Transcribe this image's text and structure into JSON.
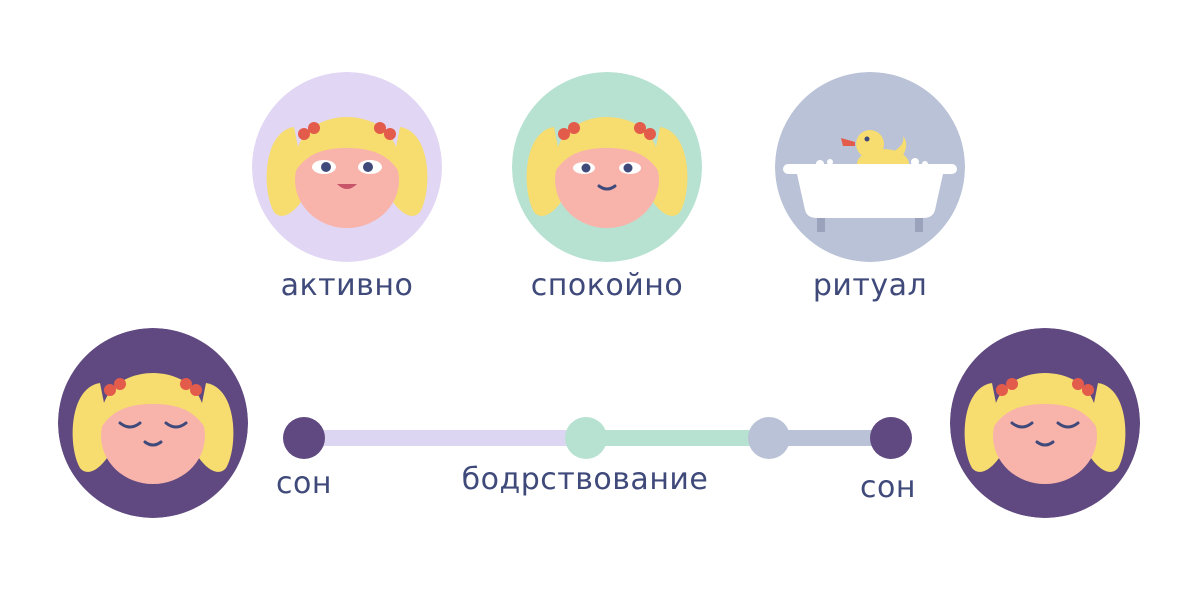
{
  "states": [
    {
      "label": "активно",
      "color": "#e1d7f4"
    },
    {
      "label": "спокойно",
      "color": "#b7e2d1"
    },
    {
      "label": "ритуал",
      "color": "#b9c2d6"
    }
  ],
  "sleep_color": "#5f4980",
  "timeline": {
    "start_label": "сон",
    "middle_label": "бодрствование",
    "end_label": "сон",
    "colors": {
      "sleep_dot": "#5f4980",
      "active_segment": "#ddd6f3",
      "calm_segment": "#b7e2d1",
      "ritual_segment": "#b9c2d6"
    }
  },
  "icons": {
    "active": "girl-smiling-icon",
    "calm": "girl-calm-icon",
    "ritual": "bathtub-duck-icon",
    "sleep": "girl-sleeping-icon"
  }
}
